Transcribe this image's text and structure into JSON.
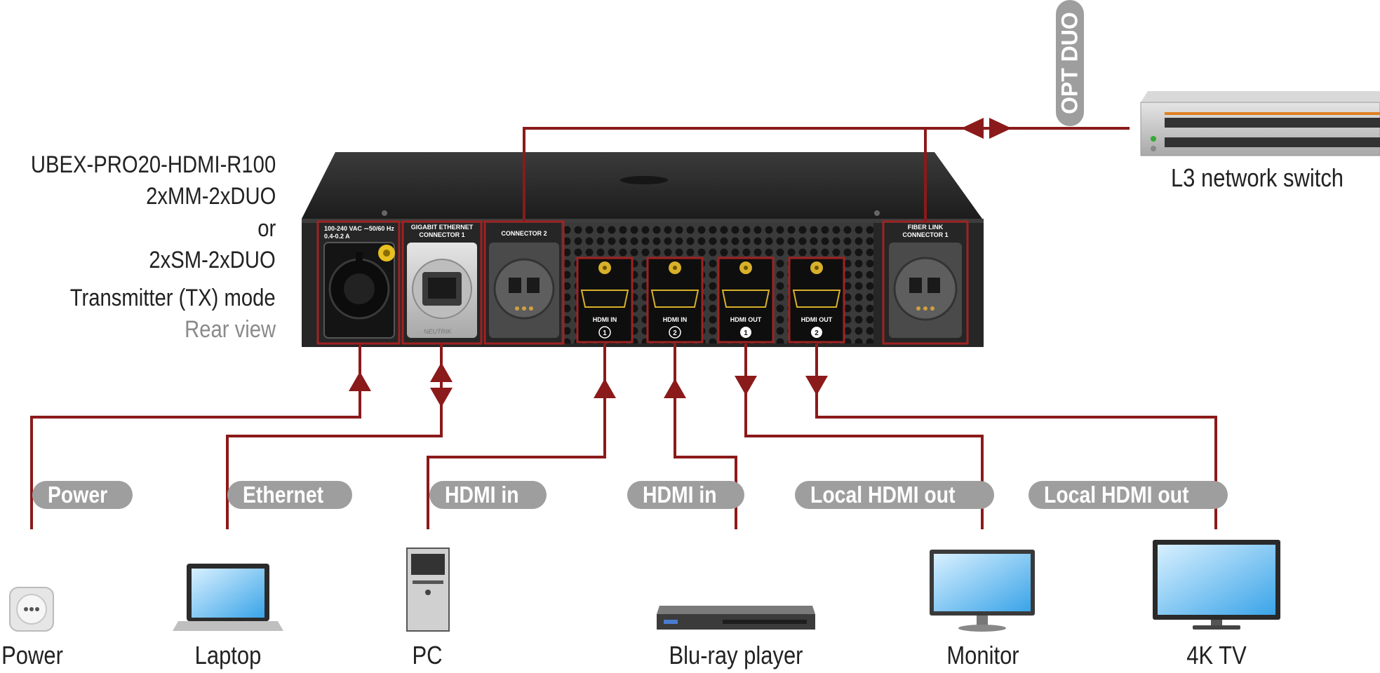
{
  "title": {
    "lines": [
      "UBEX-PRO20-HDMI-R100",
      "2xMM-2xDUO",
      "or",
      "2xSM-2xDUO",
      "Transmitter (TX) mode"
    ],
    "view": "Rear view"
  },
  "panel": {
    "power_label_1": "100-240 VAC ∼50/60 Hz",
    "power_label_2": "0.4-0.2 A",
    "eth_label_1": "GIGABIT ETHERNET",
    "eth_label_2": "CONNECTOR 1",
    "conn2_label": "CONNECTOR 2",
    "fiber_label_1": "FIBER LINK",
    "fiber_label_2": "CONNECTOR 1",
    "neutrik": "NEUTRIK",
    "hdmi_ports": [
      {
        "label": "HDMI IN",
        "num": "1"
      },
      {
        "label": "HDMI IN",
        "num": "2"
      },
      {
        "label": "HDMI OUT",
        "num": "1"
      },
      {
        "label": "HDMI OUT",
        "num": "2"
      }
    ]
  },
  "link_labels": {
    "power": "Power",
    "ethernet": "Ethernet",
    "hdmi_in_1": "HDMI in",
    "hdmi_in_2": "HDMI in",
    "local_out_1": "Local HDMI out",
    "local_out_2": "Local HDMI out",
    "opt_duo": "OPT DUO"
  },
  "devices": {
    "power": "Power",
    "laptop": "Laptop",
    "pc": "PC",
    "bluray": "Blu-ray player",
    "monitor": "Monitor",
    "tv": "4K TV",
    "switch": "L3 network switch"
  },
  "colors": {
    "cable": "#8b1a1a",
    "pill": "#9e9e9e",
    "chassis": "#2b2b2b",
    "port_frame": "#a02222"
  }
}
